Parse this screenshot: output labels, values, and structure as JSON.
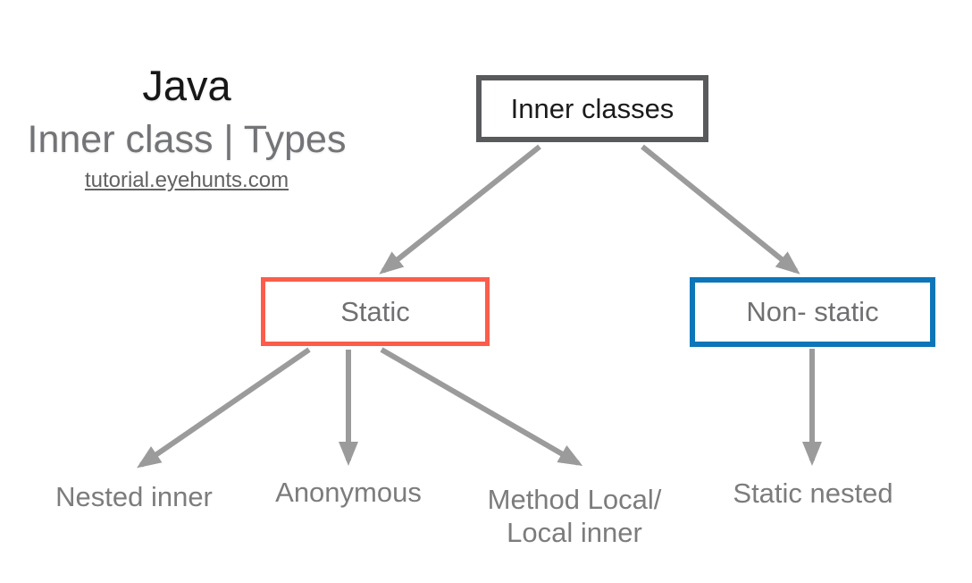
{
  "header": {
    "title": "Java",
    "subtitle": "Inner class | Types",
    "link": "tutorial.eyehunts.com"
  },
  "colors": {
    "root_border": "#595a5c",
    "static_border": "#fb5d4a",
    "nonstatic_border": "#0c76b8",
    "arrow": "#9b9b9b",
    "subtitle_text": "#737477",
    "node_text": "#6f7073",
    "leaf_text": "#7c7c7c"
  },
  "nodes": {
    "root": {
      "label": "Inner classes"
    },
    "static": {
      "label": "Static"
    },
    "nonstatic": {
      "label": "Non- static"
    },
    "nested_inner": {
      "label": "Nested inner"
    },
    "anonymous": {
      "label": "Anonymous"
    },
    "method_local": {
      "line1": "Method Local/",
      "line2": "Local inner"
    },
    "static_nested": {
      "label": "Static nested"
    }
  },
  "edges": [
    {
      "from": "root",
      "to": "static"
    },
    {
      "from": "root",
      "to": "nonstatic"
    },
    {
      "from": "static",
      "to": "nested_inner"
    },
    {
      "from": "static",
      "to": "anonymous"
    },
    {
      "from": "static",
      "to": "method_local"
    },
    {
      "from": "nonstatic",
      "to": "static_nested"
    }
  ]
}
